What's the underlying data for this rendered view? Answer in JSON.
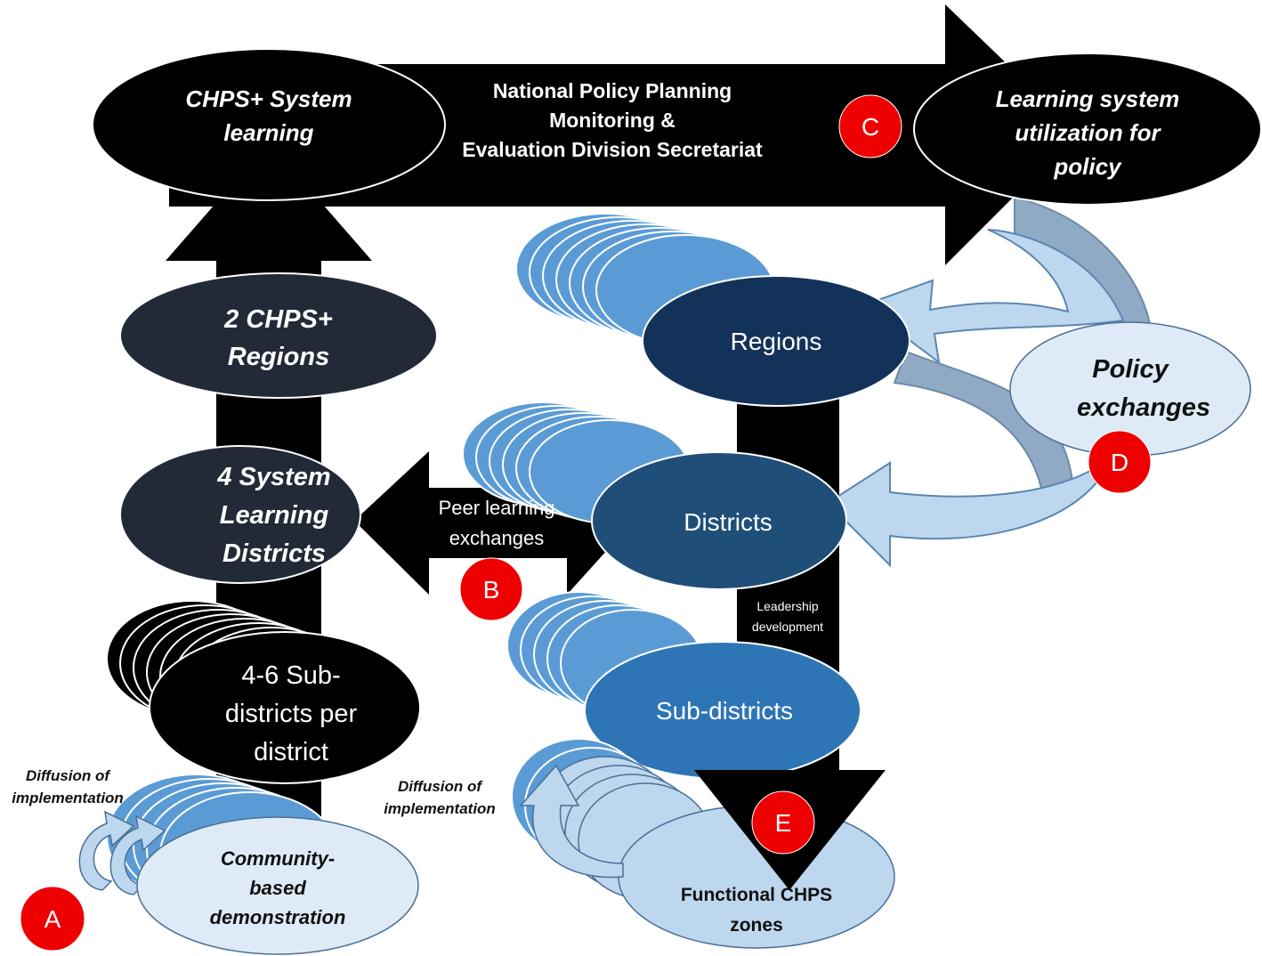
{
  "top_bar": {
    "left_ellipse": [
      "CHPS+ System",
      "learning"
    ],
    "center": [
      "National Policy Planning",
      "Monitoring &",
      "Evaluation Division Secretariat"
    ],
    "right_ellipse": [
      "Learning system",
      "utilization  for",
      "policy"
    ]
  },
  "left_column": {
    "regions": [
      "2 CHPS+",
      "Regions"
    ],
    "districts": [
      "4 System",
      "Learning",
      "Districts"
    ],
    "subdistricts": [
      "4-6 Sub-",
      "districts per",
      "district"
    ],
    "community": [
      "Community-",
      "based",
      "demonstration"
    ]
  },
  "peer_exchange": [
    "Peer  learning",
    "exchanges"
  ],
  "right_column": {
    "regions": "Regions",
    "districts": "Districts",
    "leadership": [
      "Leadership",
      "development"
    ],
    "subdistricts": "Sub-districts",
    "zones": [
      "Functional CHPS",
      "zones"
    ]
  },
  "policy_exchanges": [
    "Policy",
    "exchanges"
  ],
  "diffusion_left": [
    "Diffusion of",
    "implementation"
  ],
  "diffusion_right": [
    "Diffusion of",
    "implementation"
  ],
  "markers": [
    "A",
    "B",
    "C",
    "D",
    "E"
  ],
  "colors": {
    "black": "#000000",
    "dark_navy": "#222a37",
    "navy": "#13325a",
    "mid_blue": "#1f4e79",
    "blue": "#2e75b6",
    "light_blue": "#5b9bd5",
    "pale_blue": "#deebf7",
    "zone_blue": "#bdd7ee",
    "marker_red": "#ee0000"
  }
}
